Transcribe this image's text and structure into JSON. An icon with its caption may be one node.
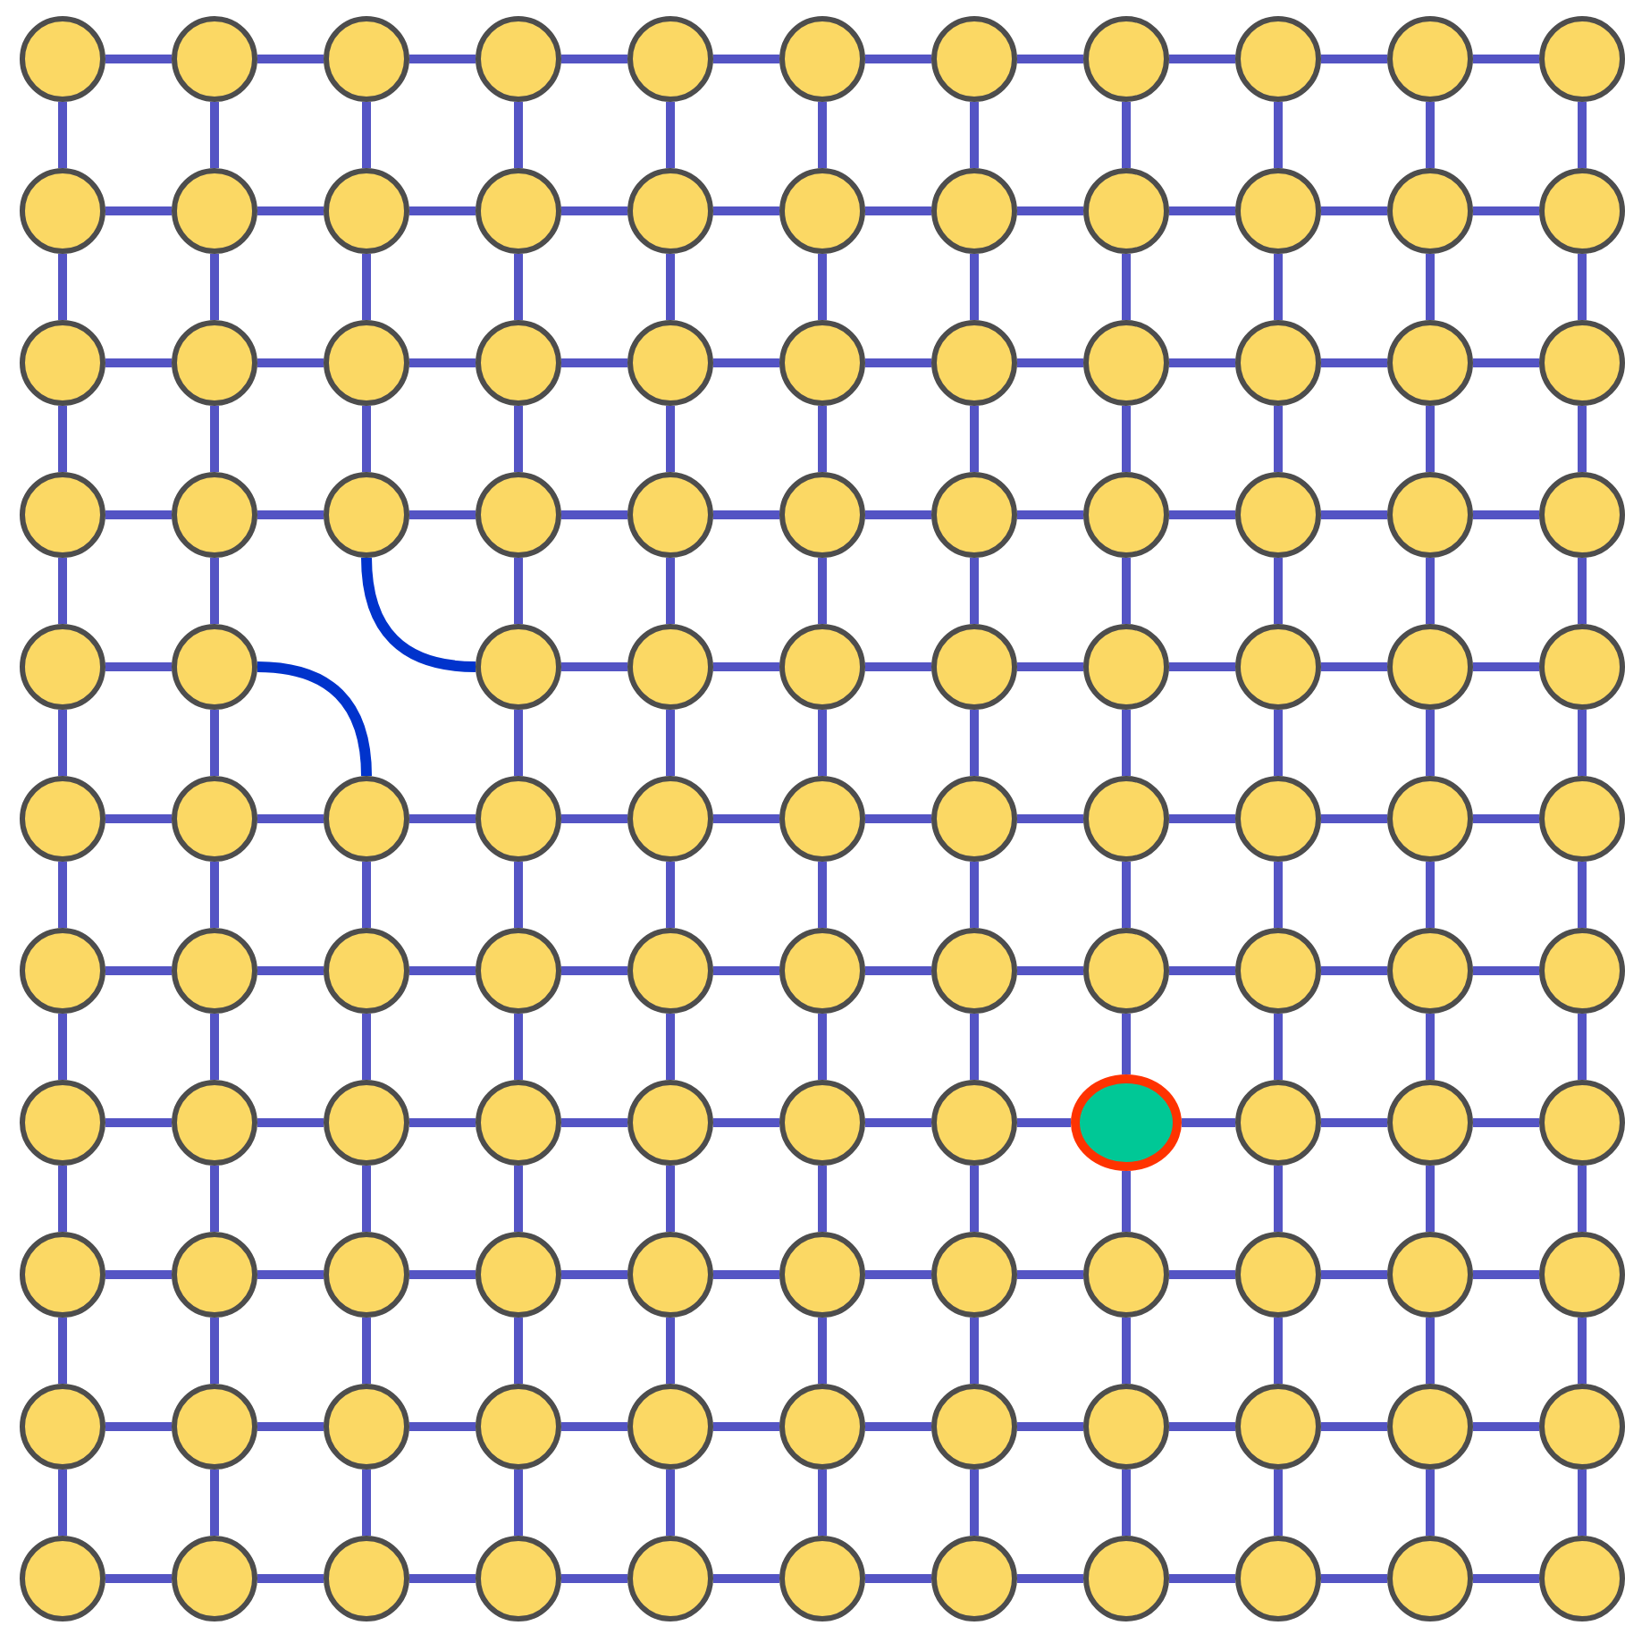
{
  "diagram": {
    "nodes": [
      {
        "text": [],
        "shape": "circle"
      },
      {
        "text": [],
        "shape": "circle"
      },
      {
        "text": [],
        "shape": "circle"
      },
      {
        "text": [],
        "shape": "circle"
      },
      {
        "text": [],
        "shape": "circle"
      },
      {
        "text": [],
        "shape": "circle"
      },
      {
        "text": [],
        "shape": "circle"
      },
      {
        "text": [],
        "shape": "circle"
      },
      {
        "text": [],
        "shape": "circle"
      },
      {
        "text": [],
        "shape": "circle"
      },
      {
        "text": [],
        "shape": "circle"
      },
      {
        "text": [],
        "shape": "circle"
      },
      {
        "text": [],
        "shape": "circle"
      },
      {
        "text": [],
        "shape": "circle"
      },
      {
        "text": [],
        "shape": "circle"
      },
      {
        "text": [],
        "shape": "circle"
      },
      {
        "text": [],
        "shape": "circle"
      },
      {
        "text": [],
        "shape": "circle"
      },
      {
        "text": [],
        "shape": "circle"
      },
      {
        "text": [],
        "shape": "circle"
      },
      {
        "text": [],
        "shape": "circle"
      },
      {
        "text": [],
        "shape": "circle"
      },
      {
        "text": [],
        "shape": "circle"
      },
      {
        "text": [],
        "shape": "circle"
      },
      {
        "text": [],
        "shape": "circle"
      },
      {
        "text": [],
        "shape": "circle"
      },
      {
        "text": [],
        "shape": "circle"
      },
      {
        "text": [],
        "shape": "circle"
      },
      {
        "text": [],
        "shape": "circle"
      },
      {
        "text": [],
        "shape": "circle"
      },
      {
        "text": [],
        "shape": "circle"
      },
      {
        "text": [],
        "shape": "circle"
      },
      {
        "text": [],
        "shape": "circle"
      },
      {
        "text": [],
        "shape": "circle"
      },
      {
        "text": [],
        "shape": "circle"
      },
      {
        "text": [],
        "shape": "circle"
      },
      {
        "text": [],
        "shape": "circle"
      },
      {
        "text": [],
        "shape": "circle"
      },
      {
        "text": [],
        "shape": "circle"
      },
      {
        "text": [],
        "shape": "circle"
      },
      {
        "text": [],
        "shape": "circle"
      },
      {
        "text": [],
        "shape": "circle"
      },
      {
        "text": [],
        "shape": "circle"
      },
      {
        "text": [],
        "shape": "circle"
      },
      {
        "text": [],
        "shape": "circle"
      },
      {
        "text": [],
        "shape": "circle"
      },
      {
        "text": [],
        "shape": "circle"
      },
      {
        "text": [],
        "shape": "circle"
      },
      {
        "text": [],
        "shape": "circle"
      },
      {
        "text": [],
        "shape": "circle"
      },
      {
        "text": [],
        "shape": "circle"
      },
      {
        "text": [],
        "shape": "circle"
      },
      {
        "text": [],
        "shape": "circle"
      },
      {
        "text": [],
        "shape": "circle"
      },
      {
        "text": [],
        "shape": "circle"
      },
      {
        "text": [],
        "shape": "circle"
      },
      {
        "text": [],
        "shape": "circle"
      },
      {
        "text": [],
        "shape": "circle"
      },
      {
        "text": [],
        "shape": "circle"
      },
      {
        "text": [],
        "shape": "circle"
      },
      {
        "text": [],
        "shape": "circle"
      },
      {
        "text": [],
        "shape": "circle"
      },
      {
        "text": [],
        "shape": "circle"
      },
      {
        "text": [],
        "shape": "circle"
      },
      {
        "text": [],
        "shape": "circle"
      },
      {
        "text": [],
        "shape": "circle"
      },
      {
        "text": [],
        "shape": "circle"
      },
      {
        "text": [],
        "shape": "circle"
      },
      {
        "text": [],
        "shape": "circle"
      },
      {
        "text": [],
        "shape": "circle"
      },
      {
        "text": [],
        "shape": "circle"
      },
      {
        "text": [],
        "shape": "circle"
      },
      {
        "text": [],
        "shape": "circle"
      },
      {
        "text": [],
        "shape": "circle"
      },
      {
        "text": [],
        "shape": "circle"
      },
      {
        "text": [],
        "shape": "circle"
      },
      {
        "text": [],
        "shape": "circle"
      },
      {
        "text": [],
        "shape": "circle"
      },
      {
        "text": [],
        "shape": "circle"
      },
      {
        "text": [],
        "shape": "circle"
      },
      {
        "text": [],
        "shape": "circle"
      },
      {
        "text": [],
        "shape": "circle"
      },
      {
        "text": [],
        "shape": "circle"
      },
      {
        "text": [],
        "shape": "ellipse"
      },
      {
        "text": [],
        "shape": "circle"
      },
      {
        "text": [],
        "shape": "circle"
      },
      {
        "text": [],
        "shape": "circle"
      },
      {
        "text": [],
        "shape": "circle"
      },
      {
        "text": [],
        "shape": "circle"
      },
      {
        "text": [],
        "shape": "circle"
      },
      {
        "text": [],
        "shape": "circle"
      },
      {
        "text": [],
        "shape": "circle"
      },
      {
        "text": [],
        "shape": "circle"
      },
      {
        "text": [],
        "shape": "circle"
      },
      {
        "text": [],
        "shape": "circle"
      },
      {
        "text": [],
        "shape": "circle"
      },
      {
        "text": [],
        "shape": "circle"
      },
      {
        "text": [],
        "shape": "circle"
      },
      {
        "text": [],
        "shape": "circle"
      },
      {
        "text": [],
        "shape": "circle"
      },
      {
        "text": [],
        "shape": "circle"
      },
      {
        "text": [],
        "shape": "circle"
      },
      {
        "text": [],
        "shape": "circle"
      },
      {
        "text": [],
        "shape": "circle"
      },
      {
        "text": [],
        "shape": "circle"
      },
      {
        "text": [],
        "shape": "circle"
      },
      {
        "text": [],
        "shape": "circle"
      },
      {
        "text": [],
        "shape": "circle"
      },
      {
        "text": [],
        "shape": "circle"
      },
      {
        "text": [],
        "shape": "circle"
      },
      {
        "text": [],
        "shape": "circle"
      },
      {
        "text": [],
        "shape": "circle"
      },
      {
        "text": [],
        "shape": "circle"
      },
      {
        "text": [],
        "shape": "circle"
      },
      {
        "text": [],
        "shape": "circle"
      },
      {
        "text": [],
        "shape": "circle"
      },
      {
        "text": [],
        "shape": "circle"
      },
      {
        "text": [],
        "shape": "circle"
      },
      {
        "text": [],
        "shape": "circle"
      },
      {
        "text": [],
        "shape": "circle"
      }
    ],
    "edges": [
      {
        "from": 0,
        "to": 1,
        "arrow": "none"
      },
      {
        "from": 1,
        "to": 2,
        "arrow": "none"
      },
      {
        "from": 2,
        "to": 3,
        "arrow": "none"
      },
      {
        "from": 3,
        "to": 4,
        "arrow": "none"
      },
      {
        "from": 4,
        "to": 5,
        "arrow": "none"
      },
      {
        "from": 5,
        "to": 6,
        "arrow": "none"
      },
      {
        "from": 6,
        "to": 7,
        "arrow": "none"
      },
      {
        "from": 7,
        "to": 8,
        "arrow": "none"
      },
      {
        "from": 8,
        "to": 9,
        "arrow": "none"
      },
      {
        "from": 9,
        "to": 10,
        "arrow": "none"
      },
      {
        "from": 0,
        "to": 11,
        "arrow": "none"
      },
      {
        "from": 1,
        "to": 12,
        "arrow": "none"
      },
      {
        "from": 2,
        "to": 13,
        "arrow": "none"
      },
      {
        "from": 3,
        "to": 14,
        "arrow": "none"
      },
      {
        "from": 4,
        "to": 15,
        "arrow": "none"
      },
      {
        "from": 5,
        "to": 16,
        "arrow": "none"
      },
      {
        "from": 6,
        "to": 17,
        "arrow": "none"
      },
      {
        "from": 7,
        "to": 18,
        "arrow": "none"
      },
      {
        "from": 8,
        "to": 19,
        "arrow": "none"
      },
      {
        "from": 9,
        "to": 20,
        "arrow": "none"
      },
      {
        "from": 10,
        "to": 21,
        "arrow": "none"
      },
      {
        "from": 11,
        "to": 12,
        "arrow": "none"
      },
      {
        "from": 12,
        "to": 13,
        "arrow": "none"
      },
      {
        "from": 13,
        "to": 14,
        "arrow": "none"
      },
      {
        "from": 14,
        "to": 15,
        "arrow": "none"
      },
      {
        "from": 15,
        "to": 16,
        "arrow": "none"
      },
      {
        "from": 16,
        "to": 17,
        "arrow": "none"
      },
      {
        "from": 17,
        "to": 18,
        "arrow": "none"
      },
      {
        "from": 18,
        "to": 19,
        "arrow": "none"
      },
      {
        "from": 19,
        "to": 20,
        "arrow": "none"
      },
      {
        "from": 20,
        "to": 21,
        "arrow": "none"
      },
      {
        "from": 11,
        "to": 22,
        "arrow": "none"
      },
      {
        "from": 12,
        "to": 23,
        "arrow": "none"
      },
      {
        "from": 13,
        "to": 24,
        "arrow": "none"
      },
      {
        "from": 14,
        "to": 25,
        "arrow": "none"
      },
      {
        "from": 15,
        "to": 26,
        "arrow": "none"
      },
      {
        "from": 16,
        "to": 27,
        "arrow": "none"
      },
      {
        "from": 17,
        "to": 28,
        "arrow": "none"
      },
      {
        "from": 18,
        "to": 29,
        "arrow": "none"
      },
      {
        "from": 19,
        "to": 30,
        "arrow": "none"
      },
      {
        "from": 20,
        "to": 31,
        "arrow": "none"
      },
      {
        "from": 21,
        "to": 32,
        "arrow": "none"
      },
      {
        "from": 22,
        "to": 23,
        "arrow": "none"
      },
      {
        "from": 23,
        "to": 24,
        "arrow": "none"
      },
      {
        "from": 24,
        "to": 25,
        "arrow": "none"
      },
      {
        "from": 25,
        "to": 26,
        "arrow": "none"
      },
      {
        "from": 26,
        "to": 27,
        "arrow": "none"
      },
      {
        "from": 27,
        "to": 28,
        "arrow": "none"
      },
      {
        "from": 28,
        "to": 29,
        "arrow": "none"
      },
      {
        "from": 29,
        "to": 30,
        "arrow": "none"
      },
      {
        "from": 30,
        "to": 31,
        "arrow": "none"
      },
      {
        "from": 31,
        "to": 32,
        "arrow": "none"
      },
      {
        "from": 22,
        "to": 33,
        "arrow": "none"
      },
      {
        "from": 23,
        "to": 34,
        "arrow": "none"
      },
      {
        "from": 24,
        "to": 35,
        "arrow": "none"
      },
      {
        "from": 25,
        "to": 36,
        "arrow": "none"
      },
      {
        "from": 26,
        "to": 37,
        "arrow": "none"
      },
      {
        "from": 27,
        "to": 38,
        "arrow": "none"
      },
      {
        "from": 28,
        "to": 39,
        "arrow": "none"
      },
      {
        "from": 29,
        "to": 40,
        "arrow": "none"
      },
      {
        "from": 30,
        "to": 41,
        "arrow": "none"
      },
      {
        "from": 31,
        "to": 42,
        "arrow": "none"
      },
      {
        "from": 32,
        "to": 43,
        "arrow": "none"
      },
      {
        "from": 33,
        "to": 34,
        "arrow": "none"
      },
      {
        "from": 34,
        "to": 35,
        "arrow": "none"
      },
      {
        "from": 35,
        "to": 36,
        "arrow": "none"
      },
      {
        "from": 36,
        "to": 37,
        "arrow": "none"
      },
      {
        "from": 37,
        "to": 38,
        "arrow": "none"
      },
      {
        "from": 38,
        "to": 39,
        "arrow": "none"
      },
      {
        "from": 39,
        "to": 40,
        "arrow": "none"
      },
      {
        "from": 40,
        "to": 41,
        "arrow": "none"
      },
      {
        "from": 41,
        "to": 42,
        "arrow": "none"
      },
      {
        "from": 42,
        "to": 43,
        "arrow": "none"
      },
      {
        "from": 33,
        "to": 44,
        "arrow": "none"
      },
      {
        "from": 34,
        "to": 45,
        "arrow": "none"
      },
      {
        "from": 36,
        "to": 46,
        "arrow": "none"
      },
      {
        "from": 37,
        "to": 47,
        "arrow": "none"
      },
      {
        "from": 38,
        "to": 48,
        "arrow": "none"
      },
      {
        "from": 39,
        "to": 49,
        "arrow": "none"
      },
      {
        "from": 40,
        "to": 50,
        "arrow": "none"
      },
      {
        "from": 41,
        "to": 51,
        "arrow": "none"
      },
      {
        "from": 42,
        "to": 52,
        "arrow": "none"
      },
      {
        "from": 43,
        "to": 53,
        "arrow": "none"
      },
      {
        "from": 44,
        "to": 45,
        "arrow": "none"
      },
      {
        "from": 46,
        "to": 47,
        "arrow": "none"
      },
      {
        "from": 47,
        "to": 48,
        "arrow": "none"
      },
      {
        "from": 48,
        "to": 49,
        "arrow": "none"
      },
      {
        "from": 49,
        "to": 50,
        "arrow": "none"
      },
      {
        "from": 50,
        "to": 51,
        "arrow": "none"
      },
      {
        "from": 51,
        "to": 52,
        "arrow": "none"
      },
      {
        "from": 52,
        "to": 53,
        "arrow": "none"
      },
      {
        "from": 44,
        "to": 54,
        "arrow": "none"
      },
      {
        "from": 45,
        "to": 55,
        "arrow": "none"
      },
      {
        "from": 46,
        "to": 57,
        "arrow": "none"
      },
      {
        "from": 47,
        "to": 58,
        "arrow": "none"
      },
      {
        "from": 48,
        "to": 59,
        "arrow": "none"
      },
      {
        "from": 49,
        "to": 60,
        "arrow": "none"
      },
      {
        "from": 50,
        "to": 61,
        "arrow": "none"
      },
      {
        "from": 51,
        "to": 62,
        "arrow": "none"
      },
      {
        "from": 52,
        "to": 63,
        "arrow": "none"
      },
      {
        "from": 53,
        "to": 64,
        "arrow": "none"
      },
      {
        "from": 54,
        "to": 55,
        "arrow": "none"
      },
      {
        "from": 55,
        "to": 56,
        "arrow": "none"
      },
      {
        "from": 56,
        "to": 57,
        "arrow": "none"
      },
      {
        "from": 57,
        "to": 58,
        "arrow": "none"
      },
      {
        "from": 58,
        "to": 59,
        "arrow": "none"
      },
      {
        "from": 59,
        "to": 60,
        "arrow": "none"
      },
      {
        "from": 60,
        "to": 61,
        "arrow": "none"
      },
      {
        "from": 61,
        "to": 62,
        "arrow": "none"
      },
      {
        "from": 62,
        "to": 63,
        "arrow": "none"
      },
      {
        "from": 63,
        "to": 64,
        "arrow": "none"
      },
      {
        "from": 54,
        "to": 65,
        "arrow": "none"
      },
      {
        "from": 55,
        "to": 66,
        "arrow": "none"
      },
      {
        "from": 56,
        "to": 67,
        "arrow": "none"
      },
      {
        "from": 57,
        "to": 68,
        "arrow": "none"
      },
      {
        "from": 58,
        "to": 69,
        "arrow": "none"
      },
      {
        "from": 59,
        "to": 70,
        "arrow": "none"
      },
      {
        "from": 60,
        "to": 71,
        "arrow": "none"
      },
      {
        "from": 61,
        "to": 72,
        "arrow": "none"
      },
      {
        "from": 62,
        "to": 73,
        "arrow": "none"
      },
      {
        "from": 63,
        "to": 74,
        "arrow": "none"
      },
      {
        "from": 64,
        "to": 75,
        "arrow": "none"
      },
      {
        "from": 65,
        "to": 66,
        "arrow": "none"
      },
      {
        "from": 66,
        "to": 67,
        "arrow": "none"
      },
      {
        "from": 67,
        "to": 68,
        "arrow": "none"
      },
      {
        "from": 68,
        "to": 69,
        "arrow": "none"
      },
      {
        "from": 69,
        "to": 70,
        "arrow": "none"
      },
      {
        "from": 70,
        "to": 71,
        "arrow": "none"
      },
      {
        "from": 71,
        "to": 72,
        "arrow": "none"
      },
      {
        "from": 72,
        "to": 73,
        "arrow": "none"
      },
      {
        "from": 73,
        "to": 74,
        "arrow": "none"
      },
      {
        "from": 74,
        "to": 75,
        "arrow": "none"
      },
      {
        "from": 65,
        "to": 76,
        "arrow": "none"
      },
      {
        "from": 66,
        "to": 77,
        "arrow": "none"
      },
      {
        "from": 67,
        "to": 78,
        "arrow": "none"
      },
      {
        "from": 68,
        "to": 79,
        "arrow": "none"
      },
      {
        "from": 69,
        "to": 80,
        "arrow": "none"
      },
      {
        "from": 70,
        "to": 81,
        "arrow": "none"
      },
      {
        "from": 71,
        "to": 82,
        "arrow": "none"
      },
      {
        "from": 72,
        "to": 83,
        "arrow": "none"
      },
      {
        "from": 73,
        "to": 84,
        "arrow": "none"
      },
      {
        "from": 74,
        "to": 85,
        "arrow": "none"
      },
      {
        "from": 75,
        "to": 86,
        "arrow": "none"
      },
      {
        "from": 76,
        "to": 77,
        "arrow": "none"
      },
      {
        "from": 77,
        "to": 78,
        "arrow": "none"
      },
      {
        "from": 78,
        "to": 79,
        "arrow": "none"
      },
      {
        "from": 79,
        "to": 80,
        "arrow": "none"
      },
      {
        "from": 80,
        "to": 81,
        "arrow": "none"
      },
      {
        "from": 81,
        "to": 82,
        "arrow": "none"
      },
      {
        "from": 82,
        "to": 83,
        "arrow": "none"
      },
      {
        "from": 83,
        "to": 84,
        "arrow": "none"
      },
      {
        "from": 84,
        "to": 85,
        "arrow": "none"
      },
      {
        "from": 85,
        "to": 86,
        "arrow": "none"
      },
      {
        "from": 76,
        "to": 87,
        "arrow": "none"
      },
      {
        "from": 77,
        "to": 88,
        "arrow": "none"
      },
      {
        "from": 78,
        "to": 89,
        "arrow": "none"
      },
      {
        "from": 79,
        "to": 90,
        "arrow": "none"
      },
      {
        "from": 80,
        "to": 91,
        "arrow": "none"
      },
      {
        "from": 81,
        "to": 92,
        "arrow": "none"
      },
      {
        "from": 82,
        "to": 93,
        "arrow": "none"
      },
      {
        "from": 83,
        "to": 94,
        "arrow": "none"
      },
      {
        "from": 84,
        "to": 95,
        "arrow": "none"
      },
      {
        "from": 85,
        "to": 96,
        "arrow": "none"
      },
      {
        "from": 86,
        "to": 97,
        "arrow": "none"
      },
      {
        "from": 87,
        "to": 88,
        "arrow": "none"
      },
      {
        "from": 88,
        "to": 89,
        "arrow": "none"
      },
      {
        "from": 89,
        "to": 90,
        "arrow": "none"
      },
      {
        "from": 90,
        "to": 91,
        "arrow": "none"
      },
      {
        "from": 91,
        "to": 92,
        "arrow": "none"
      },
      {
        "from": 92,
        "to": 93,
        "arrow": "none"
      },
      {
        "from": 93,
        "to": 94,
        "arrow": "none"
      },
      {
        "from": 94,
        "to": 95,
        "arrow": "none"
      },
      {
        "from": 95,
        "to": 96,
        "arrow": "none"
      },
      {
        "from": 96,
        "to": 97,
        "arrow": "none"
      },
      {
        "from": 87,
        "to": 98,
        "arrow": "none"
      },
      {
        "from": 88,
        "to": 99,
        "arrow": "none"
      },
      {
        "from": 89,
        "to": 100,
        "arrow": "none"
      },
      {
        "from": 90,
        "to": 101,
        "arrow": "none"
      },
      {
        "from": 91,
        "to": 102,
        "arrow": "none"
      },
      {
        "from": 92,
        "to": 103,
        "arrow": "none"
      },
      {
        "from": 93,
        "to": 104,
        "arrow": "none"
      },
      {
        "from": 94,
        "to": 105,
        "arrow": "none"
      },
      {
        "from": 95,
        "to": 106,
        "arrow": "none"
      },
      {
        "from": 96,
        "to": 107,
        "arrow": "none"
      },
      {
        "from": 97,
        "to": 108,
        "arrow": "none"
      },
      {
        "from": 98,
        "to": 99,
        "arrow": "none"
      },
      {
        "from": 99,
        "to": 100,
        "arrow": "none"
      },
      {
        "from": 100,
        "to": 101,
        "arrow": "none"
      },
      {
        "from": 101,
        "to": 102,
        "arrow": "none"
      },
      {
        "from": 102,
        "to": 103,
        "arrow": "none"
      },
      {
        "from": 103,
        "to": 104,
        "arrow": "none"
      },
      {
        "from": 104,
        "to": 105,
        "arrow": "none"
      },
      {
        "from": 105,
        "to": 106,
        "arrow": "none"
      },
      {
        "from": 106,
        "to": 107,
        "arrow": "none"
      },
      {
        "from": 107,
        "to": 108,
        "arrow": "none"
      },
      {
        "from": 98,
        "to": 109,
        "arrow": "none"
      },
      {
        "from": 99,
        "to": 110,
        "arrow": "none"
      },
      {
        "from": 100,
        "to": 111,
        "arrow": "none"
      },
      {
        "from": 101,
        "to": 112,
        "arrow": "none"
      },
      {
        "from": 102,
        "to": 113,
        "arrow": "none"
      },
      {
        "from": 103,
        "to": 114,
        "arrow": "none"
      },
      {
        "from": 104,
        "to": 115,
        "arrow": "none"
      },
      {
        "from": 105,
        "to": 116,
        "arrow": "none"
      },
      {
        "from": 106,
        "to": 117,
        "arrow": "none"
      },
      {
        "from": 107,
        "to": 118,
        "arrow": "none"
      },
      {
        "from": 108,
        "to": 119,
        "arrow": "none"
      },
      {
        "from": 109,
        "to": 110,
        "arrow": "none"
      },
      {
        "from": 110,
        "to": 111,
        "arrow": "none"
      },
      {
        "from": 111,
        "to": 112,
        "arrow": "none"
      },
      {
        "from": 112,
        "to": 113,
        "arrow": "none"
      },
      {
        "from": 113,
        "to": 114,
        "arrow": "none"
      },
      {
        "from": 114,
        "to": 115,
        "arrow": "none"
      },
      {
        "from": 115,
        "to": 116,
        "arrow": "none"
      },
      {
        "from": 116,
        "to": 117,
        "arrow": "none"
      },
      {
        "from": 117,
        "to": 118,
        "arrow": "none"
      },
      {
        "from": 118,
        "to": 119,
        "arrow": "none"
      },
      {
        "from": 35,
        "to": 46,
        "arrow": "none",
        "color": "#0033cc"
      },
      {
        "from": 45,
        "to": 56,
        "arrow": "none",
        "color": "#0033cc"
      }
    ]
  }
}
